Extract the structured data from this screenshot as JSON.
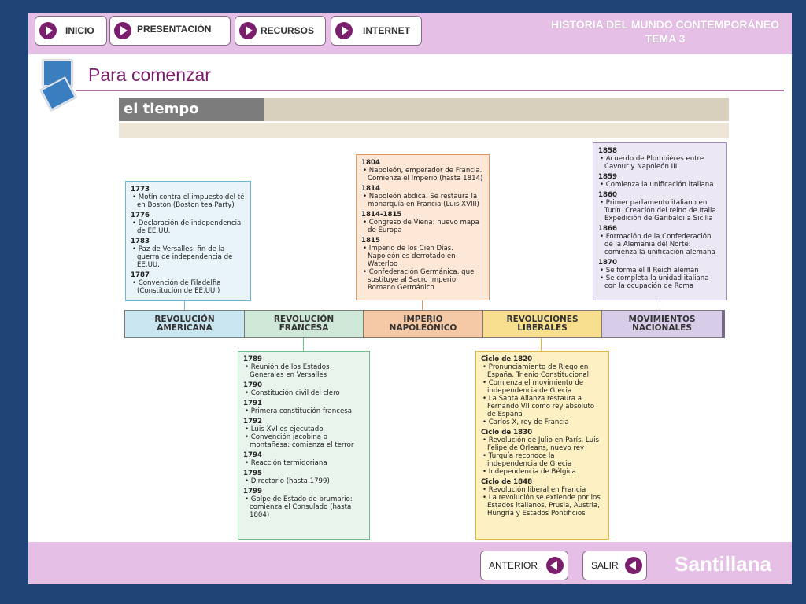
{
  "nav": {
    "inicio": "INICIO",
    "presentacion": "PRESENTACIÓN",
    "recursos": "RECURSOS",
    "internet": "INTERNET"
  },
  "header": {
    "title_line1": "HISTORIA DEL MUNDO CONTEMPORÁNEO",
    "title_line2": "TEMA 3"
  },
  "section": {
    "title": "Para comenzar",
    "subtitle": "el tiempo"
  },
  "timeline": {
    "segments": [
      {
        "line1": "REVOLUCIÓN",
        "line2": "AMERICANA",
        "color": "#c9e5ef"
      },
      {
        "line1": "REVOLUCIÓN",
        "line2": "FRANCESA",
        "color": "#cfe7d6"
      },
      {
        "line1": "IMPERIO",
        "line2": "NAPOLEÓNICO",
        "color": "#f6c9a6"
      },
      {
        "line1": "REVOLUCIONES",
        "line2": "LIBERALES",
        "color": "#f8df8f"
      },
      {
        "line1": "MOVIMIENTOS",
        "line2": "NACIONALES",
        "color": "#d8cde8"
      }
    ],
    "boxes": {
      "americana": [
        {
          "year": "1773",
          "items": [
            "• Motín contra el impuesto del té en Bostón (Boston tea Party)"
          ]
        },
        {
          "year": "1776",
          "items": [
            "• Declaración de independencia de EE.UU."
          ]
        },
        {
          "year": "1783",
          "items": [
            "• Paz de Versalles: fin de la guerra de independencia de EE.UU."
          ]
        },
        {
          "year": "1787",
          "items": [
            "• Convención de Filadelfia (Constitución de EE.UU.)"
          ]
        }
      ],
      "napoleonico": [
        {
          "year": "1804",
          "items": [
            "• Napoleón, emperador de Francia. Comienza el Imperio (hasta 1814)"
          ]
        },
        {
          "year": "1814",
          "items": [
            "• Napoleón abdica. Se restaura la monarquía en Francia (Luis XVIII)"
          ]
        },
        {
          "year": "1814-1815",
          "items": [
            "• Congreso de Viena: nuevo mapa de Europa"
          ]
        },
        {
          "year": "1815",
          "items": [
            "• Imperio de los Cien Días. Napoleón es derrotado en Waterloo",
            "• Confederación Germánica, que sustituye al Sacro Imperio Romano Germánico"
          ]
        }
      ],
      "nacionales": [
        {
          "year": "1858",
          "items": [
            "• Acuerdo de Plombières entre Cavour y Napoleón III"
          ]
        },
        {
          "year": "1859",
          "items": [
            "• Comienza la unificación italiana"
          ]
        },
        {
          "year": "1860",
          "items": [
            "• Primer parlamento italiano en Turín. Creación del reino de Italia. Expedición de Garibaldi a Sicilia"
          ]
        },
        {
          "year": "1866",
          "items": [
            "• Formación de la Confederación de la Alemania del Norte: comienza la unificación alemana"
          ]
        },
        {
          "year": "1870",
          "items": [
            "• Se forma el II Reich alemán",
            "• Se completa la unidad italiana con la ocupación de Roma"
          ]
        }
      ],
      "francesa": [
        {
          "year": "1789",
          "items": [
            "• Reunión de los Estados Generales en Versalles"
          ]
        },
        {
          "year": "1790",
          "items": [
            "• Constitución civil del clero"
          ]
        },
        {
          "year": "1791",
          "items": [
            "• Primera constitución francesa"
          ]
        },
        {
          "year": "1792",
          "items": [
            "• Luis XVI es ejecutado",
            "• Convención jacobina o montañesa: comienza el terror"
          ]
        },
        {
          "year": "1794",
          "items": [
            "• Reacción termidoriana"
          ]
        },
        {
          "year": "1795",
          "items": [
            "• Directorio (hasta 1799)"
          ]
        },
        {
          "year": "1799",
          "items": [
            "• Golpe de Estado de brumario: comienza el Consulado (hasta 1804)"
          ]
        }
      ],
      "liberales": [
        {
          "year": "Ciclo de 1820",
          "items": [
            "• Pronunciamiento de Riego en España, Trienio Constitucional",
            "• Comienza el movimiento de independencia de Grecia",
            "• La Santa Alianza restaura a Fernando VII como rey absoluto de España",
            "• Carlos X, rey de Francia"
          ]
        },
        {
          "year": "Ciclo de 1830",
          "items": [
            "• Revolución de Julio en París. Luis Felipe de Orleans, nuevo rey",
            "• Turquía reconoce la independencia de Grecia",
            "• Independencia de Bélgica"
          ]
        },
        {
          "year": "Ciclo de 1848",
          "items": [
            "• Revolución liberal en Francia",
            "• La revolución se extiende por los Estados italianos, Prusia, Austria, Hungría y Estados Pontificios"
          ]
        }
      ]
    }
  },
  "footer": {
    "anterior": "ANTERIOR",
    "salir": "SALIR",
    "brand": "Santillana"
  }
}
